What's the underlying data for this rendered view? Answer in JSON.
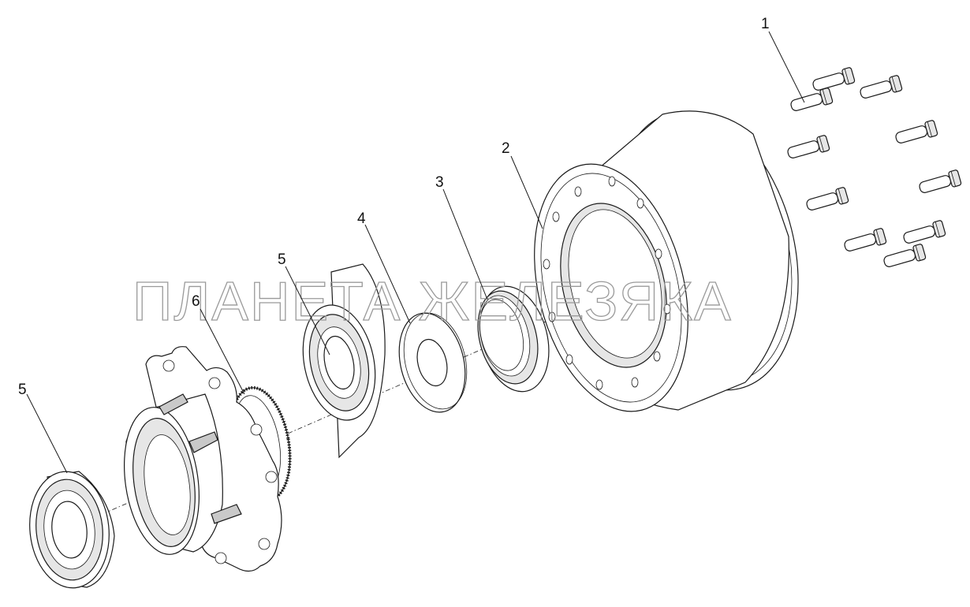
{
  "watermark": "ПЛАНЕТА ЖЕЛЕЗЯКА",
  "callouts": [
    "1",
    "2",
    "3",
    "4",
    "5",
    "5",
    "6"
  ],
  "parts": [
    "wheel-bolt",
    "brake-drum",
    "oil-seal",
    "washer",
    "roller-bearing",
    "wheel-hub",
    "abs-tone-ring"
  ]
}
